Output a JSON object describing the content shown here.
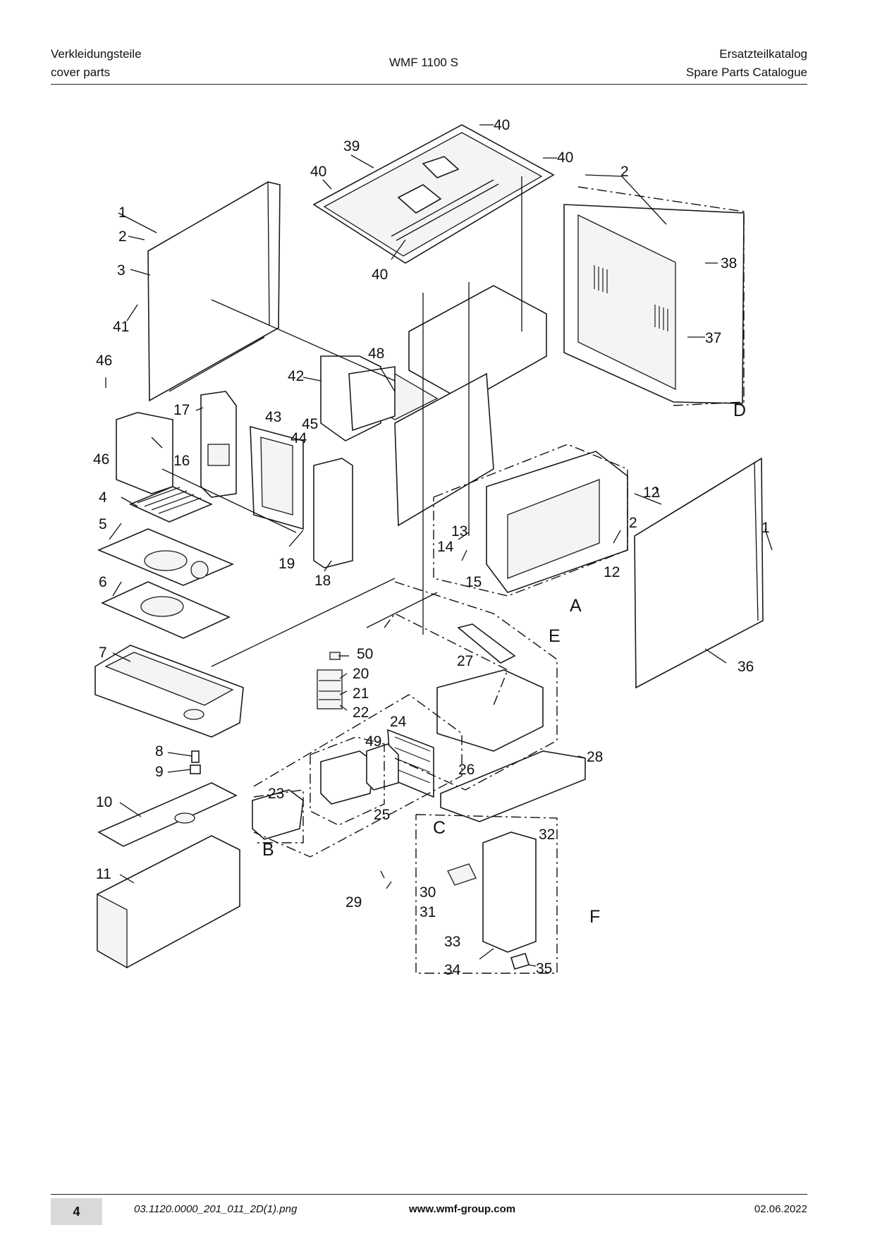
{
  "header": {
    "left_line1": "Verkleidungsteile",
    "left_line2": "cover parts",
    "center": "WMF 1100 S",
    "right_line1": "Ersatzteilkatalog",
    "right_line2": "Spare Parts Catalogue"
  },
  "footer": {
    "page": "4",
    "file": "03.1120.0000_201_011_2D(1).png",
    "url": "www.wmf-group.com",
    "date": "02.06.2022"
  },
  "callouts": {
    "c1a": "1",
    "c1b": "1",
    "c2a": "2",
    "c2b": "2",
    "c2c": "2",
    "c3": "3",
    "c4": "4",
    "c5": "5",
    "c6": "6",
    "c7": "7",
    "c8": "8",
    "c9": "9",
    "c10": "10",
    "c11": "11",
    "c12a": "12",
    "c12b": "12",
    "c13": "13",
    "c14": "14",
    "c15": "15",
    "c16": "16",
    "c17": "17",
    "c18": "18",
    "c19": "19",
    "c20": "20",
    "c21": "21",
    "c22": "22",
    "c23": "23",
    "c24": "24",
    "c25": "25",
    "c26": "26",
    "c27": "27",
    "c28": "28",
    "c29": "29",
    "c30": "30",
    "c31": "31",
    "c32": "32",
    "c33": "33",
    "c34": "34",
    "c35": "35",
    "c36": "36",
    "c37": "37",
    "c38": "38",
    "c39": "39",
    "c40a": "40",
    "c40b": "40",
    "c40c": "40",
    "c40d": "40",
    "c41": "41",
    "c42": "42",
    "c43": "43",
    "c44": "44",
    "c45": "45",
    "c46a": "46",
    "c46b": "46",
    "c48": "48",
    "c49": "49",
    "c50": "50"
  },
  "groups": {
    "gA": "A",
    "gB": "B",
    "gC": "C",
    "gD": "D",
    "gE": "E",
    "gF": "F"
  }
}
